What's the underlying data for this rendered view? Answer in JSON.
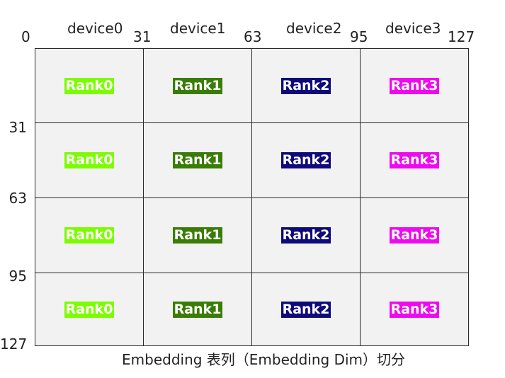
{
  "columns": [
    {
      "device": "device0",
      "rank": "Rank0",
      "color": "#7cfc00"
    },
    {
      "device": "device1",
      "rank": "Rank1",
      "color": "#3a7d06"
    },
    {
      "device": "device2",
      "rank": "Rank2",
      "color": "#0f0a7a"
    },
    {
      "device": "device3",
      "rank": "Rank3",
      "color": "#ee0aee"
    }
  ],
  "col_ticks": [
    "0",
    "31",
    "63",
    "95",
    "127"
  ],
  "row_ticks": [
    "31",
    "63",
    "95",
    "127"
  ],
  "row_count": 4,
  "caption": "Embedding 表列（Embedding Dim）切分"
}
